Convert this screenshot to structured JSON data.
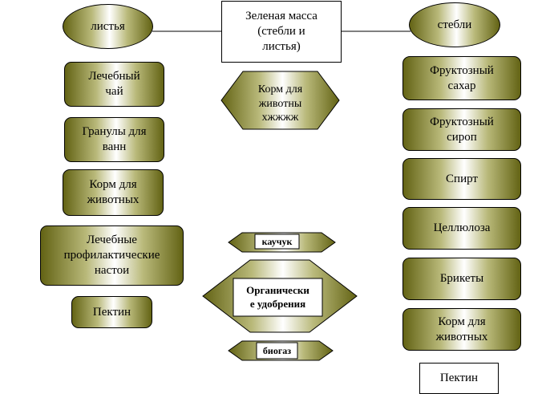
{
  "center_top": "Зеленая масса\n(стебли и\nлистья)",
  "left_oval": "листья",
  "right_oval": "стебли",
  "left_items": [
    "Лечебный\nчай",
    "Гранулы для\nванн",
    "Корм для\nживотных",
    "Лечебные\nпрофилактические\nнастои",
    "Пектин"
  ],
  "right_items": [
    "Фруктозный\nсахар",
    "Фруктозный\nсироп",
    "Спирт",
    "Целлюлоза",
    "Брикеты",
    "Корм для\nживотных",
    "Пектин"
  ],
  "center_hexagon": "Корм для\nживотны\nхжжжж",
  "center_bottom": {
    "top": "каучук",
    "middle": "Органически\nе удобрения",
    "bottom": "биогаз"
  },
  "colors": {
    "fill_dark": "#636314",
    "fill_light": "#b9b97a"
  }
}
